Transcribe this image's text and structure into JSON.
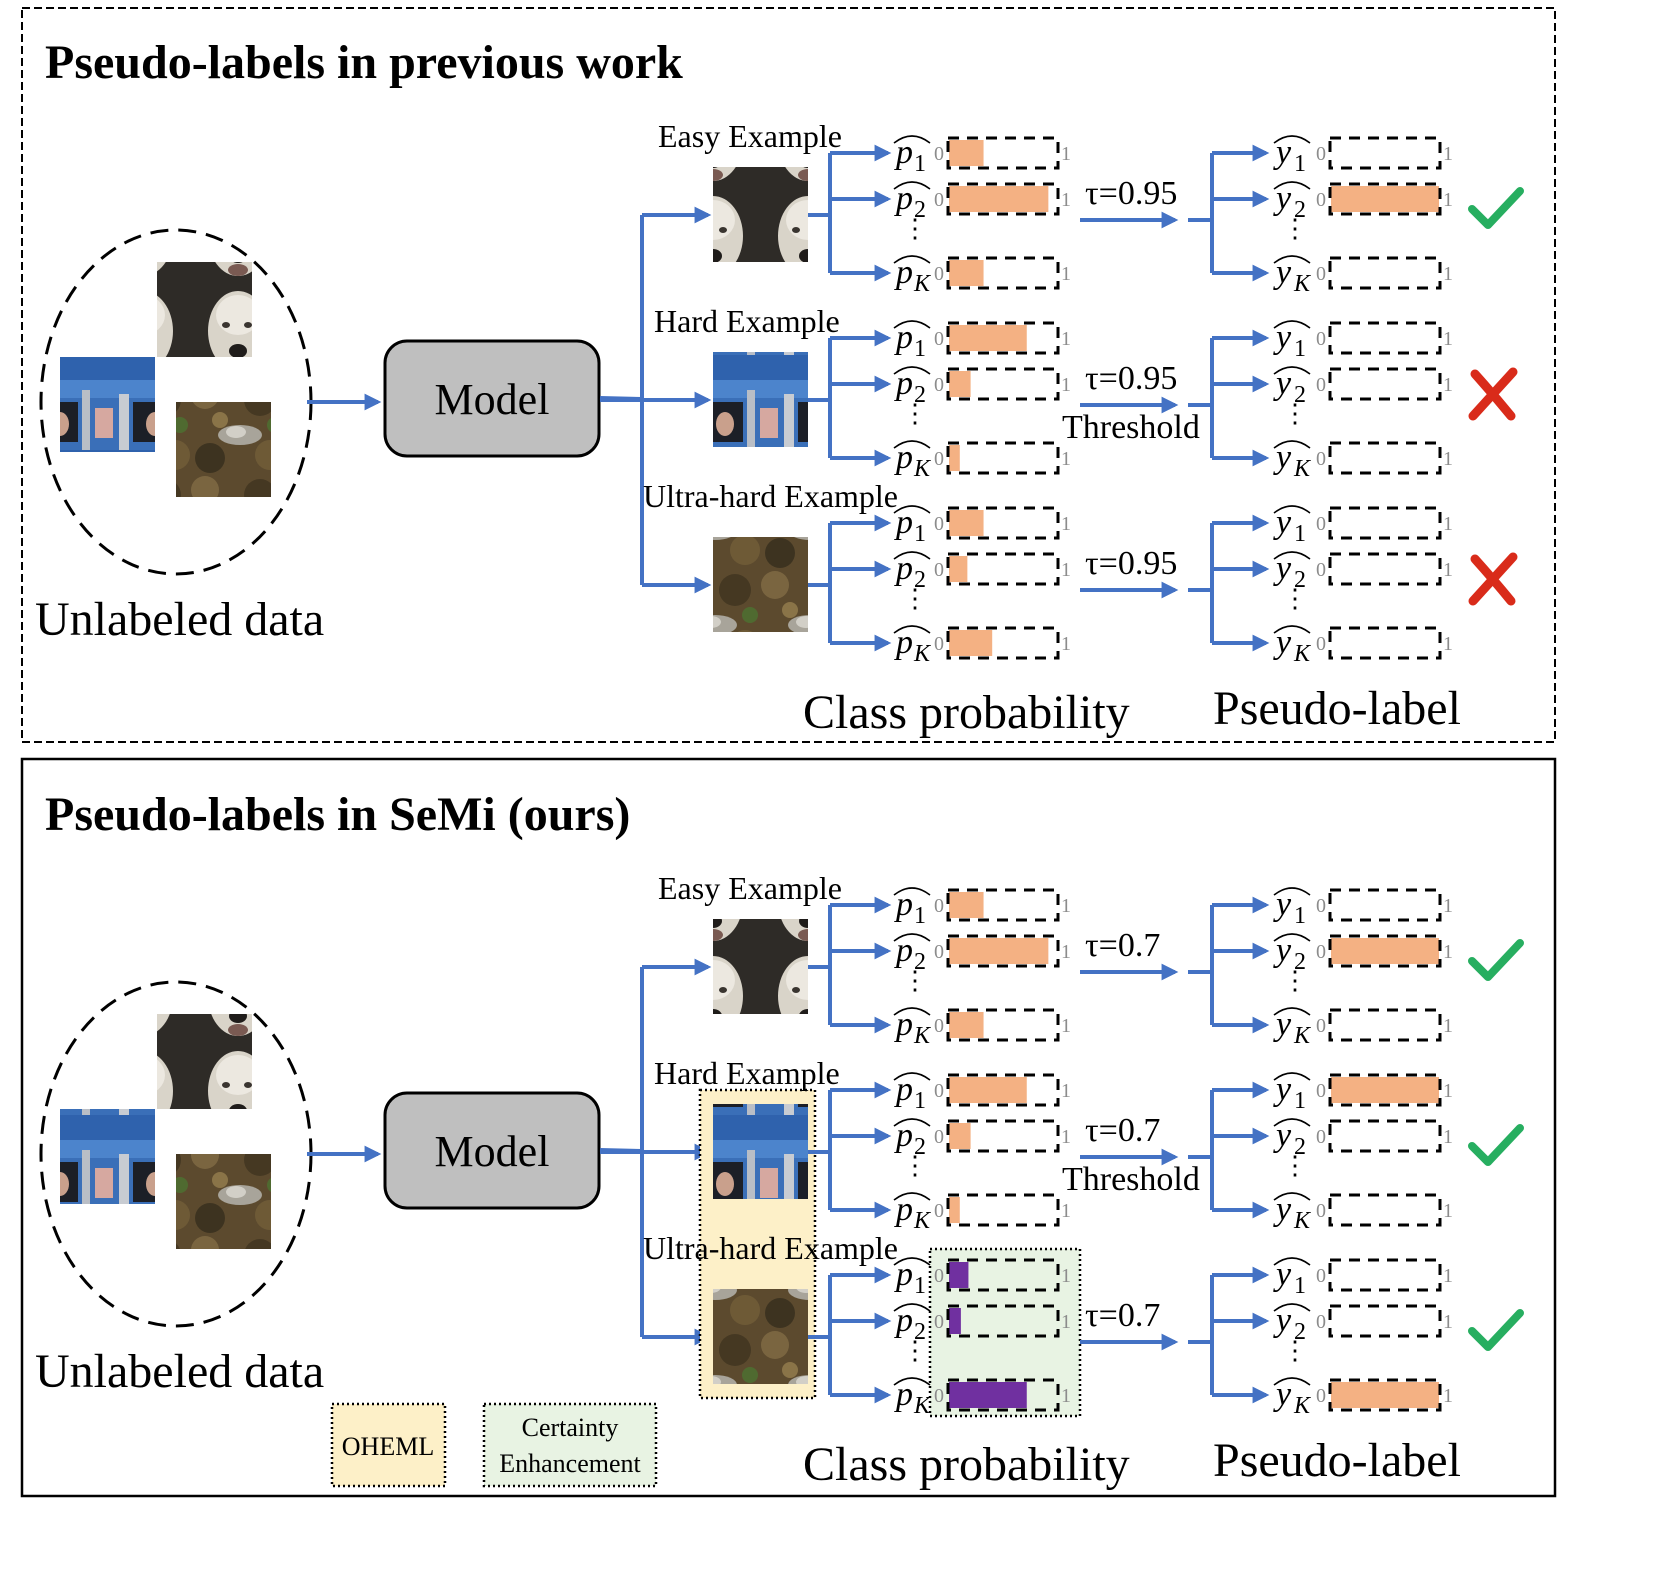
{
  "colors": {
    "arrow": "#4472c4",
    "bar_prob": "#f4b183",
    "bar_enhanced": "#7030a0",
    "model_fill": "#bfbfbf",
    "check": "#27ae60",
    "cross": "#d92b1a",
    "oheml_fill": "#fdf0c8",
    "certainty_fill": "#e8f3e3",
    "tick_gray": "#8c8c8c"
  },
  "panels": [
    {
      "title": "Pseudo-labels in previous work",
      "border": "dashed",
      "unlabeled_label": "Unlabeled data",
      "model_label": "Model",
      "class_prob_label": "Class probability",
      "pseudo_label_label": "Pseudo-label",
      "threshold_label": "Threshold",
      "examples": [
        {
          "name": "Easy Example",
          "image": "dog",
          "tau": "τ=0.95",
          "prob_labels": [
            "p̂1",
            "p̂2",
            "p̂K"
          ],
          "prob_values": [
            0.32,
            0.92,
            0.32
          ],
          "prob_enhanced": false,
          "pseudo_labels": [
            "ŷ1",
            "ŷ2",
            "ŷK"
          ],
          "pseudo_values": [
            0,
            1,
            0
          ],
          "result": "check"
        },
        {
          "name": "Hard Example",
          "image": "truck",
          "tau": "τ=0.95",
          "prob_labels": [
            "p̂1",
            "p̂2",
            "p̂K"
          ],
          "prob_values": [
            0.72,
            0.2,
            0.1
          ],
          "prob_enhanced": false,
          "pseudo_labels": [
            "ŷ1",
            "ŷ2",
            "ŷK"
          ],
          "pseudo_values": [
            0,
            0,
            0
          ],
          "result": "cross"
        },
        {
          "name": "Ultra-hard Example",
          "image": "bird",
          "tau": "τ=0.95",
          "prob_labels": [
            "p̂1",
            "p̂2",
            "p̂K"
          ],
          "prob_values": [
            0.32,
            0.17,
            0.4
          ],
          "prob_enhanced": false,
          "pseudo_labels": [
            "ŷ1",
            "ŷ2",
            "ŷK"
          ],
          "pseudo_values": [
            0,
            0,
            0
          ],
          "result": "cross"
        }
      ]
    },
    {
      "title": "Pseudo-labels in SeMi (ours)",
      "border": "solid",
      "unlabeled_label": "Unlabeled data",
      "model_label": "Model",
      "class_prob_label": "Class probability",
      "pseudo_label_label": "Pseudo-label",
      "threshold_label": "Threshold",
      "examples": [
        {
          "name": "Easy Example",
          "image": "dog",
          "tau": "τ=0.7",
          "prob_labels": [
            "p̂1",
            "p̂2",
            "p̂K"
          ],
          "prob_values": [
            0.32,
            0.92,
            0.32
          ],
          "prob_enhanced": false,
          "pseudo_labels": [
            "ŷ1",
            "ŷ2",
            "ŷK"
          ],
          "pseudo_values": [
            0,
            1,
            0
          ],
          "result": "check"
        },
        {
          "name": "Hard Example",
          "image": "truck",
          "tau": "τ=0.7",
          "prob_labels": [
            "p̂1",
            "p̂2",
            "p̂K"
          ],
          "prob_values": [
            0.72,
            0.2,
            0.1
          ],
          "prob_enhanced": false,
          "pseudo_labels": [
            "ŷ1",
            "ŷ2",
            "ŷK"
          ],
          "pseudo_values": [
            1,
            0,
            0
          ],
          "result": "check"
        },
        {
          "name": "Ultra-hard Example",
          "image": "bird",
          "tau": "τ=0.7",
          "prob_labels": [
            "p̂1",
            "p̂2",
            "p̂K"
          ],
          "prob_values": [
            0.18,
            0.11,
            0.72
          ],
          "prob_enhanced": true,
          "pseudo_labels": [
            "ŷ1",
            "ŷ2",
            "ŷK"
          ],
          "pseudo_values": [
            0,
            0,
            1
          ],
          "result": "check"
        }
      ],
      "legend": [
        {
          "label": "OHEML",
          "kind": "oheml"
        },
        {
          "label": "Certainty Enhancement",
          "kind": "certainty"
        }
      ]
    }
  ],
  "axis": {
    "min_label": "0",
    "max_label": "1"
  }
}
